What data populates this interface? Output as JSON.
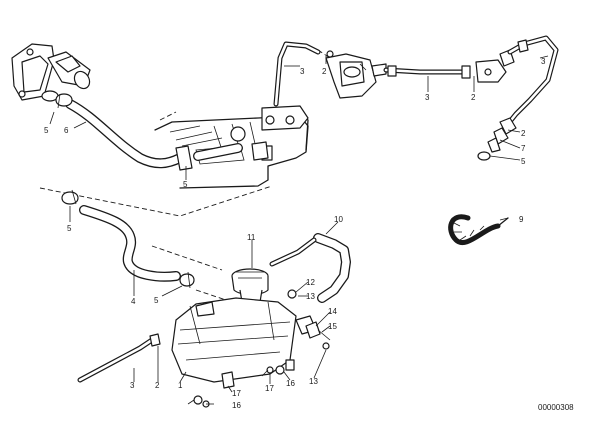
{
  "diagram": {
    "document_number": "00000308",
    "callouts": [
      {
        "id": "c-5a",
        "text": "5"
      },
      {
        "id": "c-6a",
        "text": "6"
      },
      {
        "id": "c-5b",
        "text": "5"
      },
      {
        "id": "c-5c",
        "text": "5"
      },
      {
        "id": "c-4",
        "text": "4"
      },
      {
        "id": "c-5d",
        "text": "5"
      },
      {
        "id": "c-3a",
        "text": "3"
      },
      {
        "id": "c-2a",
        "text": "2"
      },
      {
        "id": "c-3b",
        "text": "3"
      },
      {
        "id": "c-2b",
        "text": "2"
      },
      {
        "id": "c-3c",
        "text": "3"
      },
      {
        "id": "c-2c",
        "text": "2"
      },
      {
        "id": "c-7",
        "text": "7"
      },
      {
        "id": "c-5e",
        "text": "5"
      },
      {
        "id": "c-9",
        "text": "9"
      },
      {
        "id": "c-10",
        "text": "10"
      },
      {
        "id": "c-11",
        "text": "11"
      },
      {
        "id": "c-12",
        "text": "12"
      },
      {
        "id": "c-13a",
        "text": "13"
      },
      {
        "id": "c-14",
        "text": "14"
      },
      {
        "id": "c-15",
        "text": "15"
      },
      {
        "id": "c-13b",
        "text": "13"
      },
      {
        "id": "c-3d",
        "text": "3"
      },
      {
        "id": "c-2d",
        "text": "2"
      },
      {
        "id": "c-1",
        "text": "1"
      },
      {
        "id": "c-17a",
        "text": "17"
      },
      {
        "id": "c-16a",
        "text": "16"
      },
      {
        "id": "c-17b",
        "text": "17"
      },
      {
        "id": "c-16b",
        "text": "16"
      }
    ]
  }
}
